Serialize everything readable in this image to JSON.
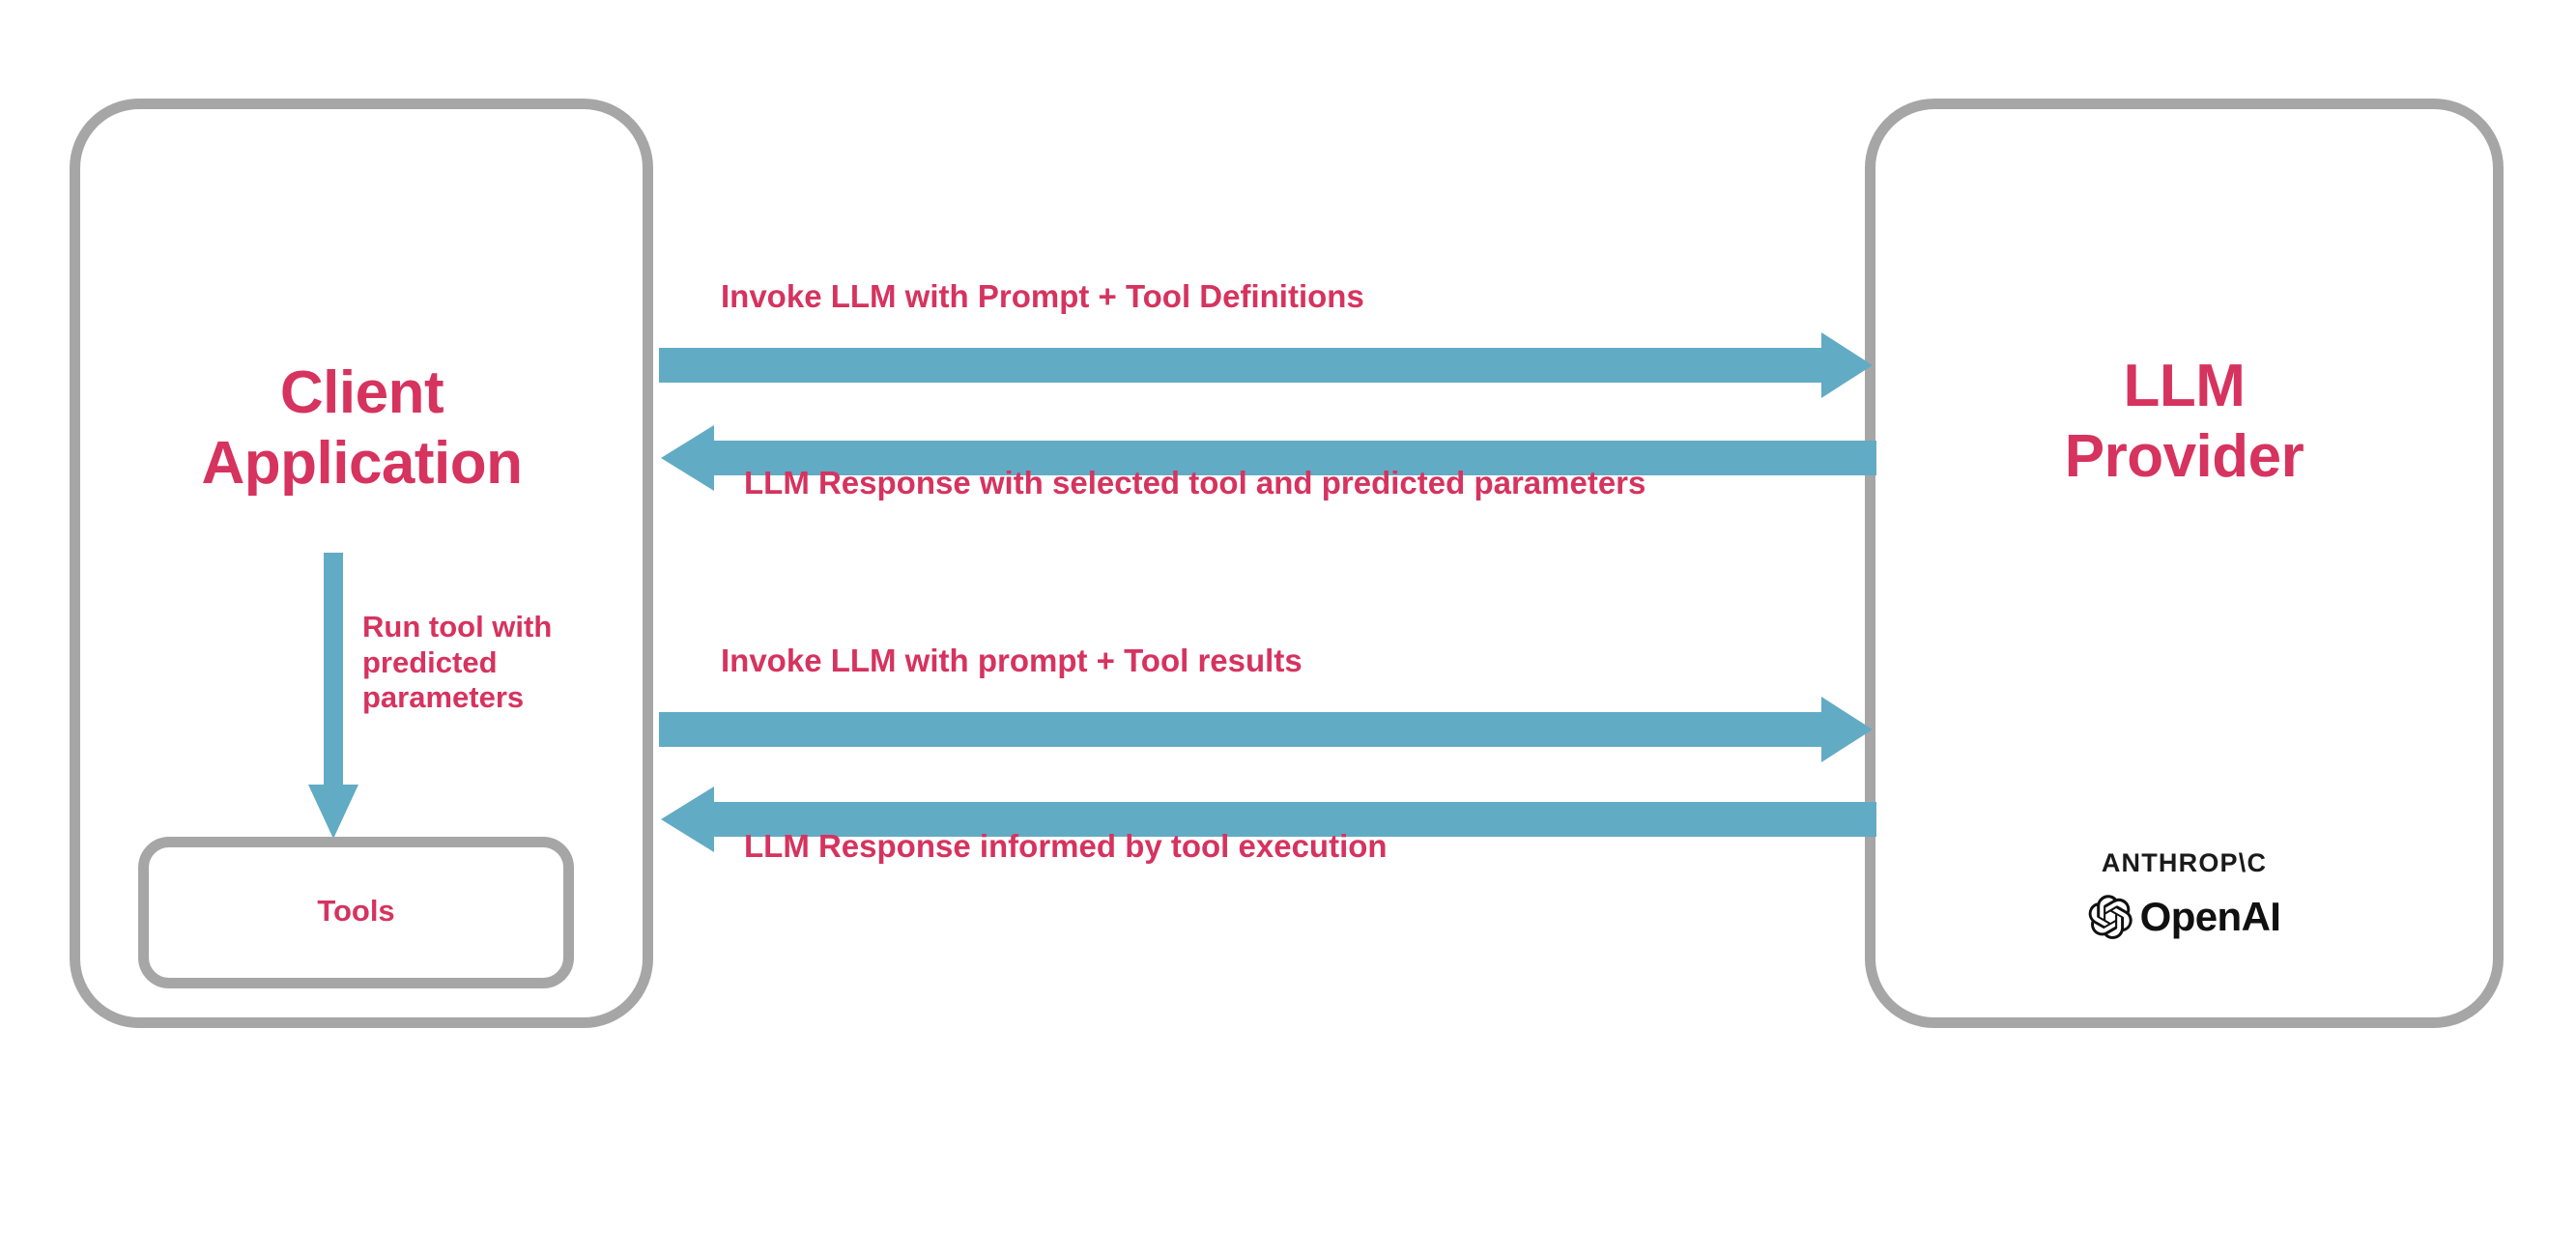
{
  "diagram": {
    "title": "LLM tool calling sequence",
    "background": "#ffffff",
    "colors": {
      "accent_text": "#d6335f",
      "arrow": "#62abc5",
      "box_border": "#a6a6a6",
      "logo_text": "#1a1a1a"
    }
  },
  "nodes": {
    "client": {
      "title": "Client\nApplication",
      "tools": {
        "title": "Tools"
      }
    },
    "provider": {
      "title": "LLM\nProvider",
      "vendors": [
        {
          "name": "anthropic",
          "wordmark": "ANTHROP\\C"
        },
        {
          "name": "openai",
          "wordmark": "OpenAI",
          "icon": "openai-knot-icon"
        }
      ]
    }
  },
  "flows": [
    {
      "id": "invoke-1",
      "label": "Invoke LLM with Prompt + Tool Definitions",
      "direction": "right",
      "from": "client",
      "to": "provider"
    },
    {
      "id": "response-1",
      "label": "LLM Response with selected tool and predicted parameters",
      "direction": "left",
      "from": "provider",
      "to": "client"
    },
    {
      "id": "run-tool",
      "label": "Run tool with\npredicted\nparameters",
      "direction": "down",
      "from": "client",
      "to": "tools"
    },
    {
      "id": "invoke-2",
      "label": "Invoke LLM with prompt + Tool results",
      "direction": "right",
      "from": "client",
      "to": "provider"
    },
    {
      "id": "response-2",
      "label": "LLM Response informed by tool execution",
      "direction": "left",
      "from": "provider",
      "to": "client"
    }
  ]
}
